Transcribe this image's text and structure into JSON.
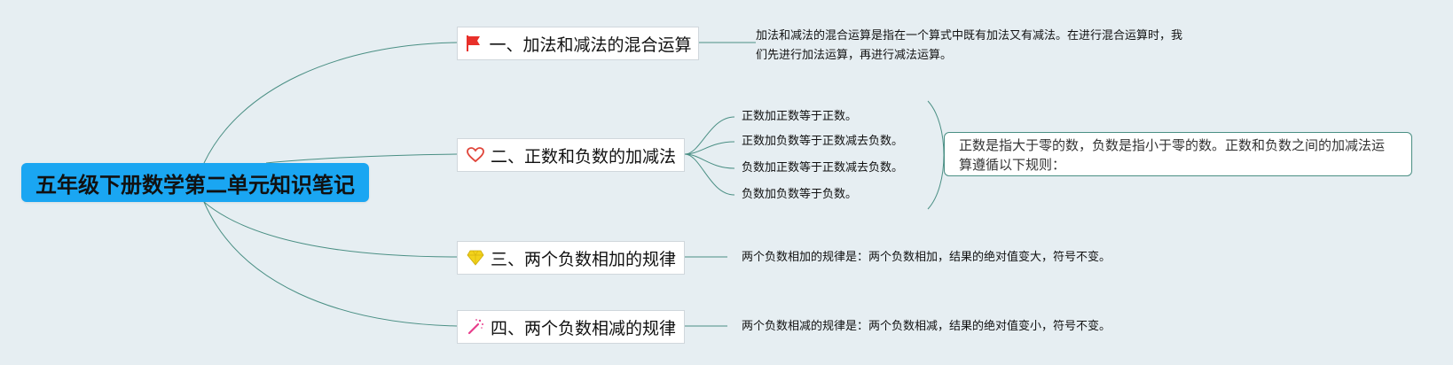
{
  "mindmap": {
    "root": {
      "label": "五年级下册数学第二单元知识笔记"
    },
    "branches": [
      {
        "label": "一、加法和减法的混合运算",
        "icon": "red-flag-icon",
        "children": [
          "加法和减法的混合运算是指在一个算式中既有加法又有减法。在进行混合运算时，我们先进行加法运算，再进行减法运算。"
        ]
      },
      {
        "label": "二、正数和负数的加减法",
        "icon": "heart-icon",
        "children": [
          "正数加正数等于正数。",
          "正数加负数等于正数减去负数。",
          "负数加正数等于正数减去负数。",
          "负数加负数等于负数。"
        ],
        "summary": "正数是指大于零的数，负数是指小于零的数。正数和负数之间的加减法运算遵循以下规则："
      },
      {
        "label": "三、两个负数相加的规律",
        "icon": "diamond-icon",
        "children": [
          "两个负数相加的规律是：两个负数相加，结果的绝对值变大，符号不变。"
        ]
      },
      {
        "label": "四、两个负数相减的规律",
        "icon": "magic-wand-icon",
        "children": [
          "两个负数相减的规律是：两个负数相减，结果的绝对值变小，符号不变。"
        ]
      }
    ]
  },
  "colors": {
    "background": "#e6eef2",
    "root_fill": "#1aa6f2",
    "connector": "#4a8f84",
    "flag_red": "#e8302a",
    "heart_red": "#e0453a",
    "diamond_yellow": "#f2d21b",
    "wand_pink": "#e83e8c"
  }
}
